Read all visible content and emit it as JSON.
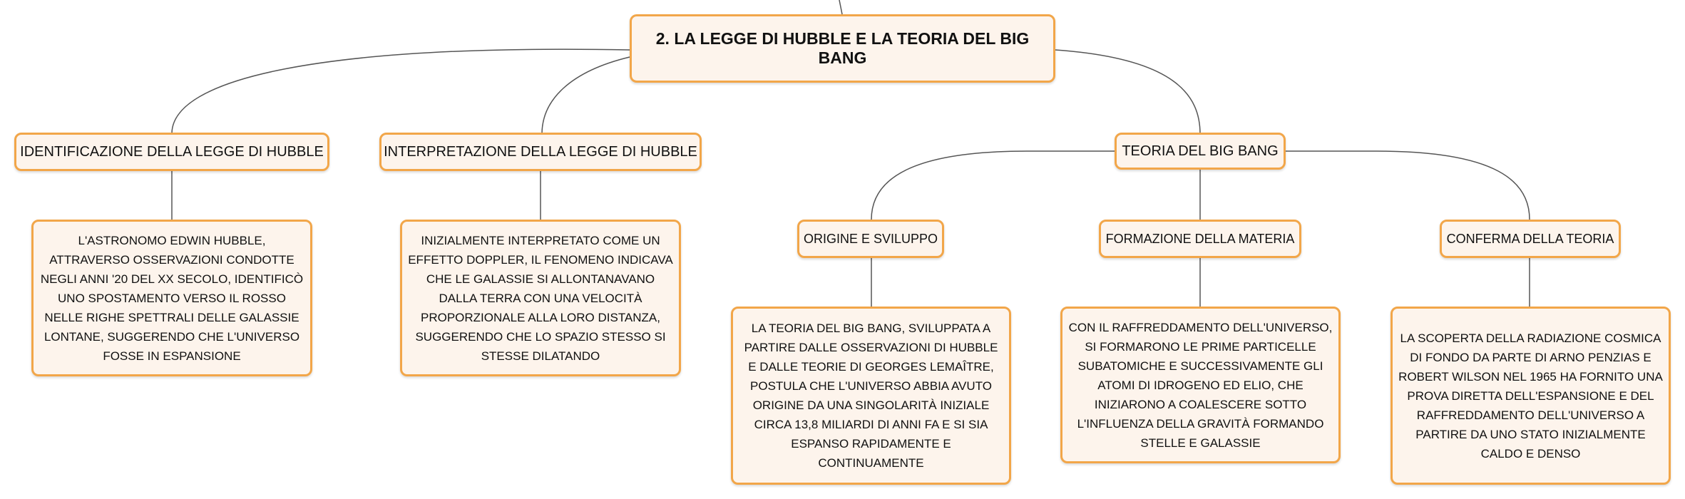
{
  "root": {
    "title": "2. LA LEGGE DI HUBBLE E LA TEORIA DEL BIG BANG"
  },
  "branches": {
    "identificazione": {
      "label": "IDENTIFICAZIONE DELLA LEGGE DI HUBBLE",
      "text": "L'ASTRONOMO EDWIN HUBBLE, ATTRAVERSO OSSERVAZIONI CONDOTTE NEGLI ANNI '20 DEL XX SECOLO, IDENTIFICÒ UNO SPOSTAMENTO VERSO IL ROSSO NELLE RIGHE SPETTRALI DELLE GALASSIE LONTANE, SUGGERENDO CHE L'UNIVERSO FOSSE IN ESPANSIONE"
    },
    "interpretazione": {
      "label": "INTERPRETAZIONE DELLA LEGGE DI HUBBLE",
      "text": "INIZIALMENTE INTERPRETATO COME UN EFFETTO DOPPLER, IL FENOMENO INDICAVA CHE LE GALASSIE SI ALLONTANAVANO DALLA TERRA CON UNA VELOCITÀ PROPORZIONALE ALLA LORO DISTANZA, SUGGERENDO CHE LO SPAZIO STESSO SI STESSE DILATANDO"
    },
    "teoria": {
      "label": "TEORIA DEL BIG BANG",
      "children": {
        "origine": {
          "label": "ORIGINE E SVILUPPO",
          "text": "LA TEORIA DEL BIG BANG, SVILUPPATA A PARTIRE DALLE OSSERVAZIONI DI HUBBLE E DALLE TEORIE DI GEORGES LEMAÎTRE, POSTULA CHE L'UNIVERSO ABBIA AVUTO ORIGINE DA UNA SINGOLARITÀ INIZIALE CIRCA 13,8 MILIARDI DI ANNI FA E SI SIA ESPANSO RAPIDAMENTE E CONTINUAMENTE"
        },
        "formazione": {
          "label": "FORMAZIONE DELLA MATERIA",
          "text": "CON IL RAFFREDDAMENTO DELL'UNIVERSO, SI FORMARONO LE PRIME PARTICELLE SUBATOMICHE E SUCCESSIVAMENTE GLI ATOMI DI IDROGENO ED ELIO, CHE INIZIARONO A COALESCERE SOTTO L'INFLUENZA DELLA GRAVITÀ FORMANDO STELLE E GALASSIE"
        },
        "conferma": {
          "label": "CONFERMA DELLA TEORIA",
          "text": "LA SCOPERTA DELLA RADIAZIONE COSMICA DI FONDO DA PARTE DI ARNO PENZIAS E ROBERT WILSON NEL 1965 HA FORNITO UNA PROVA DIRETTA DELL'ESPANSIONE E DEL RAFFREDDAMENTO DELL'UNIVERSO A PARTIRE DA UNO STATO INIZIALMENTE CALDO E DENSO"
        }
      }
    }
  },
  "colors": {
    "node_fill": "#fdf4ec",
    "node_border": "#f2a649",
    "connector": "#555555"
  }
}
